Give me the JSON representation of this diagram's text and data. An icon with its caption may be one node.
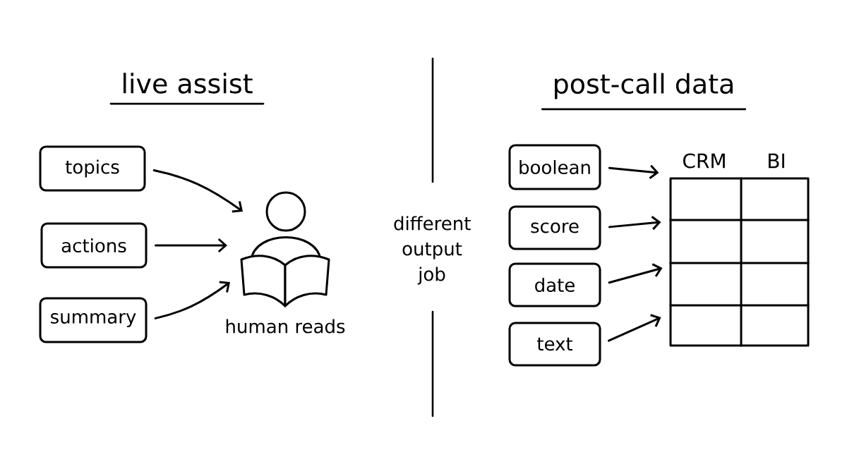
{
  "diagram": {
    "nodes": [
      {
        "text": [
          "topics"
        ]
      },
      {
        "text": [
          "actions"
        ]
      },
      {
        "text": [
          "summary"
        ]
      },
      {
        "text": [],
        "shape": "person",
        "beside": [
          "human reads"
        ]
      },
      {
        "text": [
          "boolean"
        ]
      },
      {
        "text": [
          "score"
        ]
      },
      {
        "text": [
          "date"
        ]
      },
      {
        "text": [
          "text"
        ]
      },
      {
        "text": [
          "CRM",
          "BI"
        ]
      }
    ],
    "edges": [
      {
        "from": 0,
        "to": 3,
        "arrow": "to"
      },
      {
        "from": 1,
        "to": 3,
        "arrow": "to"
      },
      {
        "from": 2,
        "to": 3,
        "arrow": "to"
      },
      {
        "from": 4,
        "to": 8,
        "arrow": "to"
      },
      {
        "from": 5,
        "to": 8,
        "arrow": "to"
      },
      {
        "from": 6,
        "to": 8,
        "arrow": "to"
      },
      {
        "from": 7,
        "to": 8,
        "arrow": "to"
      }
    ],
    "labels": [
      "live assist",
      "post-call data",
      "different output job"
    ]
  }
}
